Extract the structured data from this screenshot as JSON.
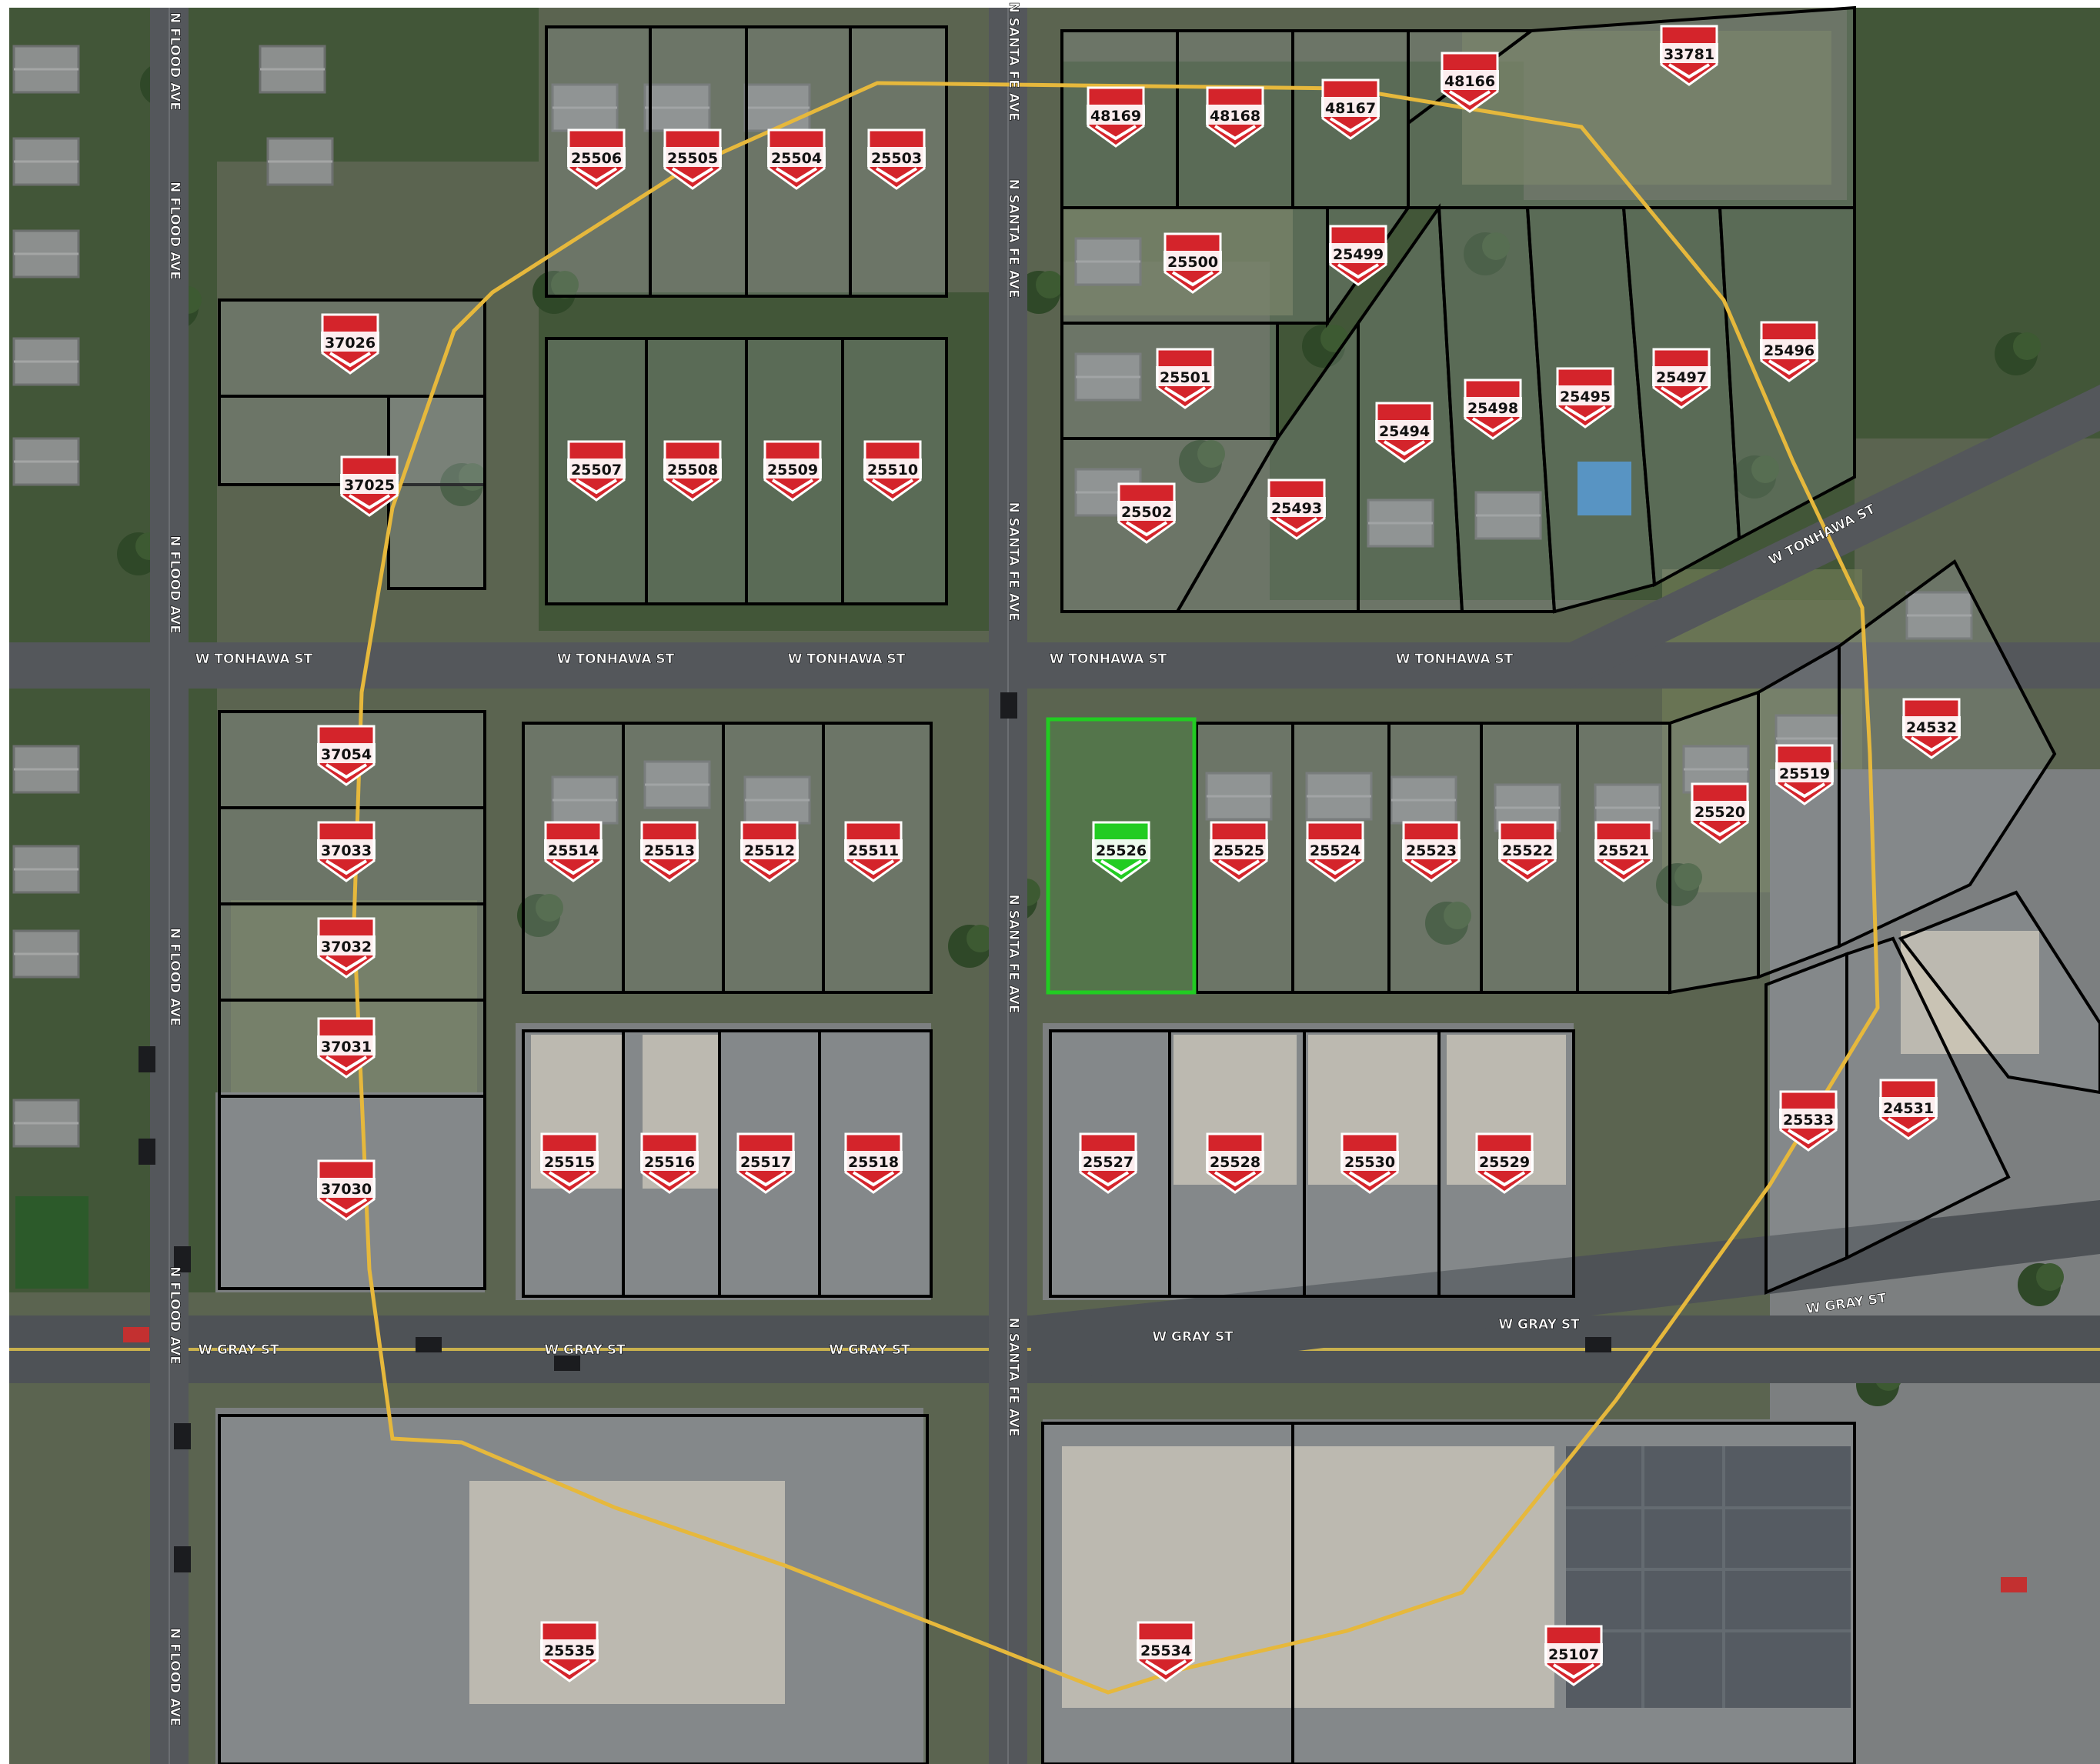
{
  "colors": {
    "ground": "#5d6450",
    "vegetation": "#3c5232",
    "lawn": "#6d7a55",
    "road": "#55575a",
    "lot": "#7d8082",
    "parcel_line": "#000000",
    "buffer_ring": "#e6b83c",
    "marker_red": "#d4242b",
    "marker_text": "#111111",
    "selected_parcel": "#22cc22",
    "street_label": "#ffffff"
  },
  "streets": [
    {
      "id": "w-tonhawa-1",
      "text": "W TONHAWA ST"
    },
    {
      "id": "w-tonhawa-2",
      "text": "W TONHAWA ST"
    },
    {
      "id": "w-tonhawa-3",
      "text": "W TONHAWA ST"
    },
    {
      "id": "w-tonhawa-4",
      "text": "W TONHAWA ST"
    },
    {
      "id": "w-tonhawa-5",
      "text": "W TONHAWA ST"
    },
    {
      "id": "w-tonhawa-6",
      "text": "W TONHAWA ST"
    },
    {
      "id": "w-gray-1",
      "text": "W GRAY ST"
    },
    {
      "id": "w-gray-2",
      "text": "W GRAY ST"
    },
    {
      "id": "w-gray-3",
      "text": "W GRAY ST"
    },
    {
      "id": "w-gray-4",
      "text": "W GRAY ST"
    },
    {
      "id": "w-gray-5",
      "text": "W GRAY ST"
    },
    {
      "id": "w-gray-6",
      "text": "W GRAY ST"
    },
    {
      "id": "n-flood-1",
      "text": "N FLOOD AVE"
    },
    {
      "id": "n-flood-2",
      "text": "N FLOOD AVE"
    },
    {
      "id": "n-flood-3",
      "text": "N FLOOD AVE"
    },
    {
      "id": "n-flood-4",
      "text": "N FLOOD AVE"
    },
    {
      "id": "n-flood-5",
      "text": "N FLOOD AVE"
    },
    {
      "id": "n-flood-6",
      "text": "N FLOOD AVE"
    },
    {
      "id": "n-santafe-1",
      "text": "N SANTA FE AVE"
    },
    {
      "id": "n-santafe-2",
      "text": "N SANTA FE AVE"
    },
    {
      "id": "n-santafe-3",
      "text": "N SANTA FE AVE"
    },
    {
      "id": "n-santafe-4",
      "text": "N SANTA FE AVE"
    },
    {
      "id": "n-santafe-5",
      "text": "N SANTA FE AVE"
    }
  ],
  "parcels": [
    {
      "id": "25506",
      "label": "25506"
    },
    {
      "id": "25505",
      "label": "25505"
    },
    {
      "id": "25504",
      "label": "25504"
    },
    {
      "id": "25503",
      "label": "25503"
    },
    {
      "id": "48169",
      "label": "48169"
    },
    {
      "id": "48168",
      "label": "48168"
    },
    {
      "id": "48167",
      "label": "48167"
    },
    {
      "id": "48166",
      "label": "48166"
    },
    {
      "id": "33781",
      "label": "33781"
    },
    {
      "id": "25500",
      "label": "25500"
    },
    {
      "id": "25499",
      "label": "25499"
    },
    {
      "id": "37026",
      "label": "37026"
    },
    {
      "id": "37025",
      "label": "37025"
    },
    {
      "id": "25507",
      "label": "25507"
    },
    {
      "id": "25508",
      "label": "25508"
    },
    {
      "id": "25509",
      "label": "25509"
    },
    {
      "id": "25510",
      "label": "25510"
    },
    {
      "id": "25501",
      "label": "25501"
    },
    {
      "id": "25502",
      "label": "25502"
    },
    {
      "id": "25493",
      "label": "25493"
    },
    {
      "id": "25494",
      "label": "25494"
    },
    {
      "id": "25498",
      "label": "25498"
    },
    {
      "id": "25495",
      "label": "25495"
    },
    {
      "id": "25497",
      "label": "25497"
    },
    {
      "id": "25496",
      "label": "25496"
    },
    {
      "id": "37054",
      "label": "37054"
    },
    {
      "id": "37033",
      "label": "37033"
    },
    {
      "id": "37032",
      "label": "37032"
    },
    {
      "id": "37031",
      "label": "37031"
    },
    {
      "id": "37030",
      "label": "37030"
    },
    {
      "id": "25514",
      "label": "25514"
    },
    {
      "id": "25513",
      "label": "25513"
    },
    {
      "id": "25512",
      "label": "25512"
    },
    {
      "id": "25511",
      "label": "25511"
    },
    {
      "id": "25526",
      "label": "25526",
      "selected": true
    },
    {
      "id": "25525",
      "label": "25525"
    },
    {
      "id": "25524",
      "label": "25524"
    },
    {
      "id": "25523",
      "label": "25523"
    },
    {
      "id": "25522",
      "label": "25522"
    },
    {
      "id": "25521",
      "label": "25521"
    },
    {
      "id": "25520",
      "label": "25520"
    },
    {
      "id": "25519",
      "label": "25519"
    },
    {
      "id": "24532",
      "label": "24532"
    },
    {
      "id": "25515",
      "label": "25515"
    },
    {
      "id": "25516",
      "label": "25516"
    },
    {
      "id": "25517",
      "label": "25517"
    },
    {
      "id": "25518",
      "label": "25518"
    },
    {
      "id": "25527",
      "label": "25527"
    },
    {
      "id": "25528",
      "label": "25528"
    },
    {
      "id": "25530",
      "label": "25530"
    },
    {
      "id": "25529",
      "label": "25529"
    },
    {
      "id": "25533",
      "label": "25533"
    },
    {
      "id": "24531",
      "label": "24531"
    },
    {
      "id": "25535",
      "label": "25535"
    },
    {
      "id": "25534",
      "label": "25534"
    },
    {
      "id": "25107",
      "label": "25107"
    }
  ]
}
